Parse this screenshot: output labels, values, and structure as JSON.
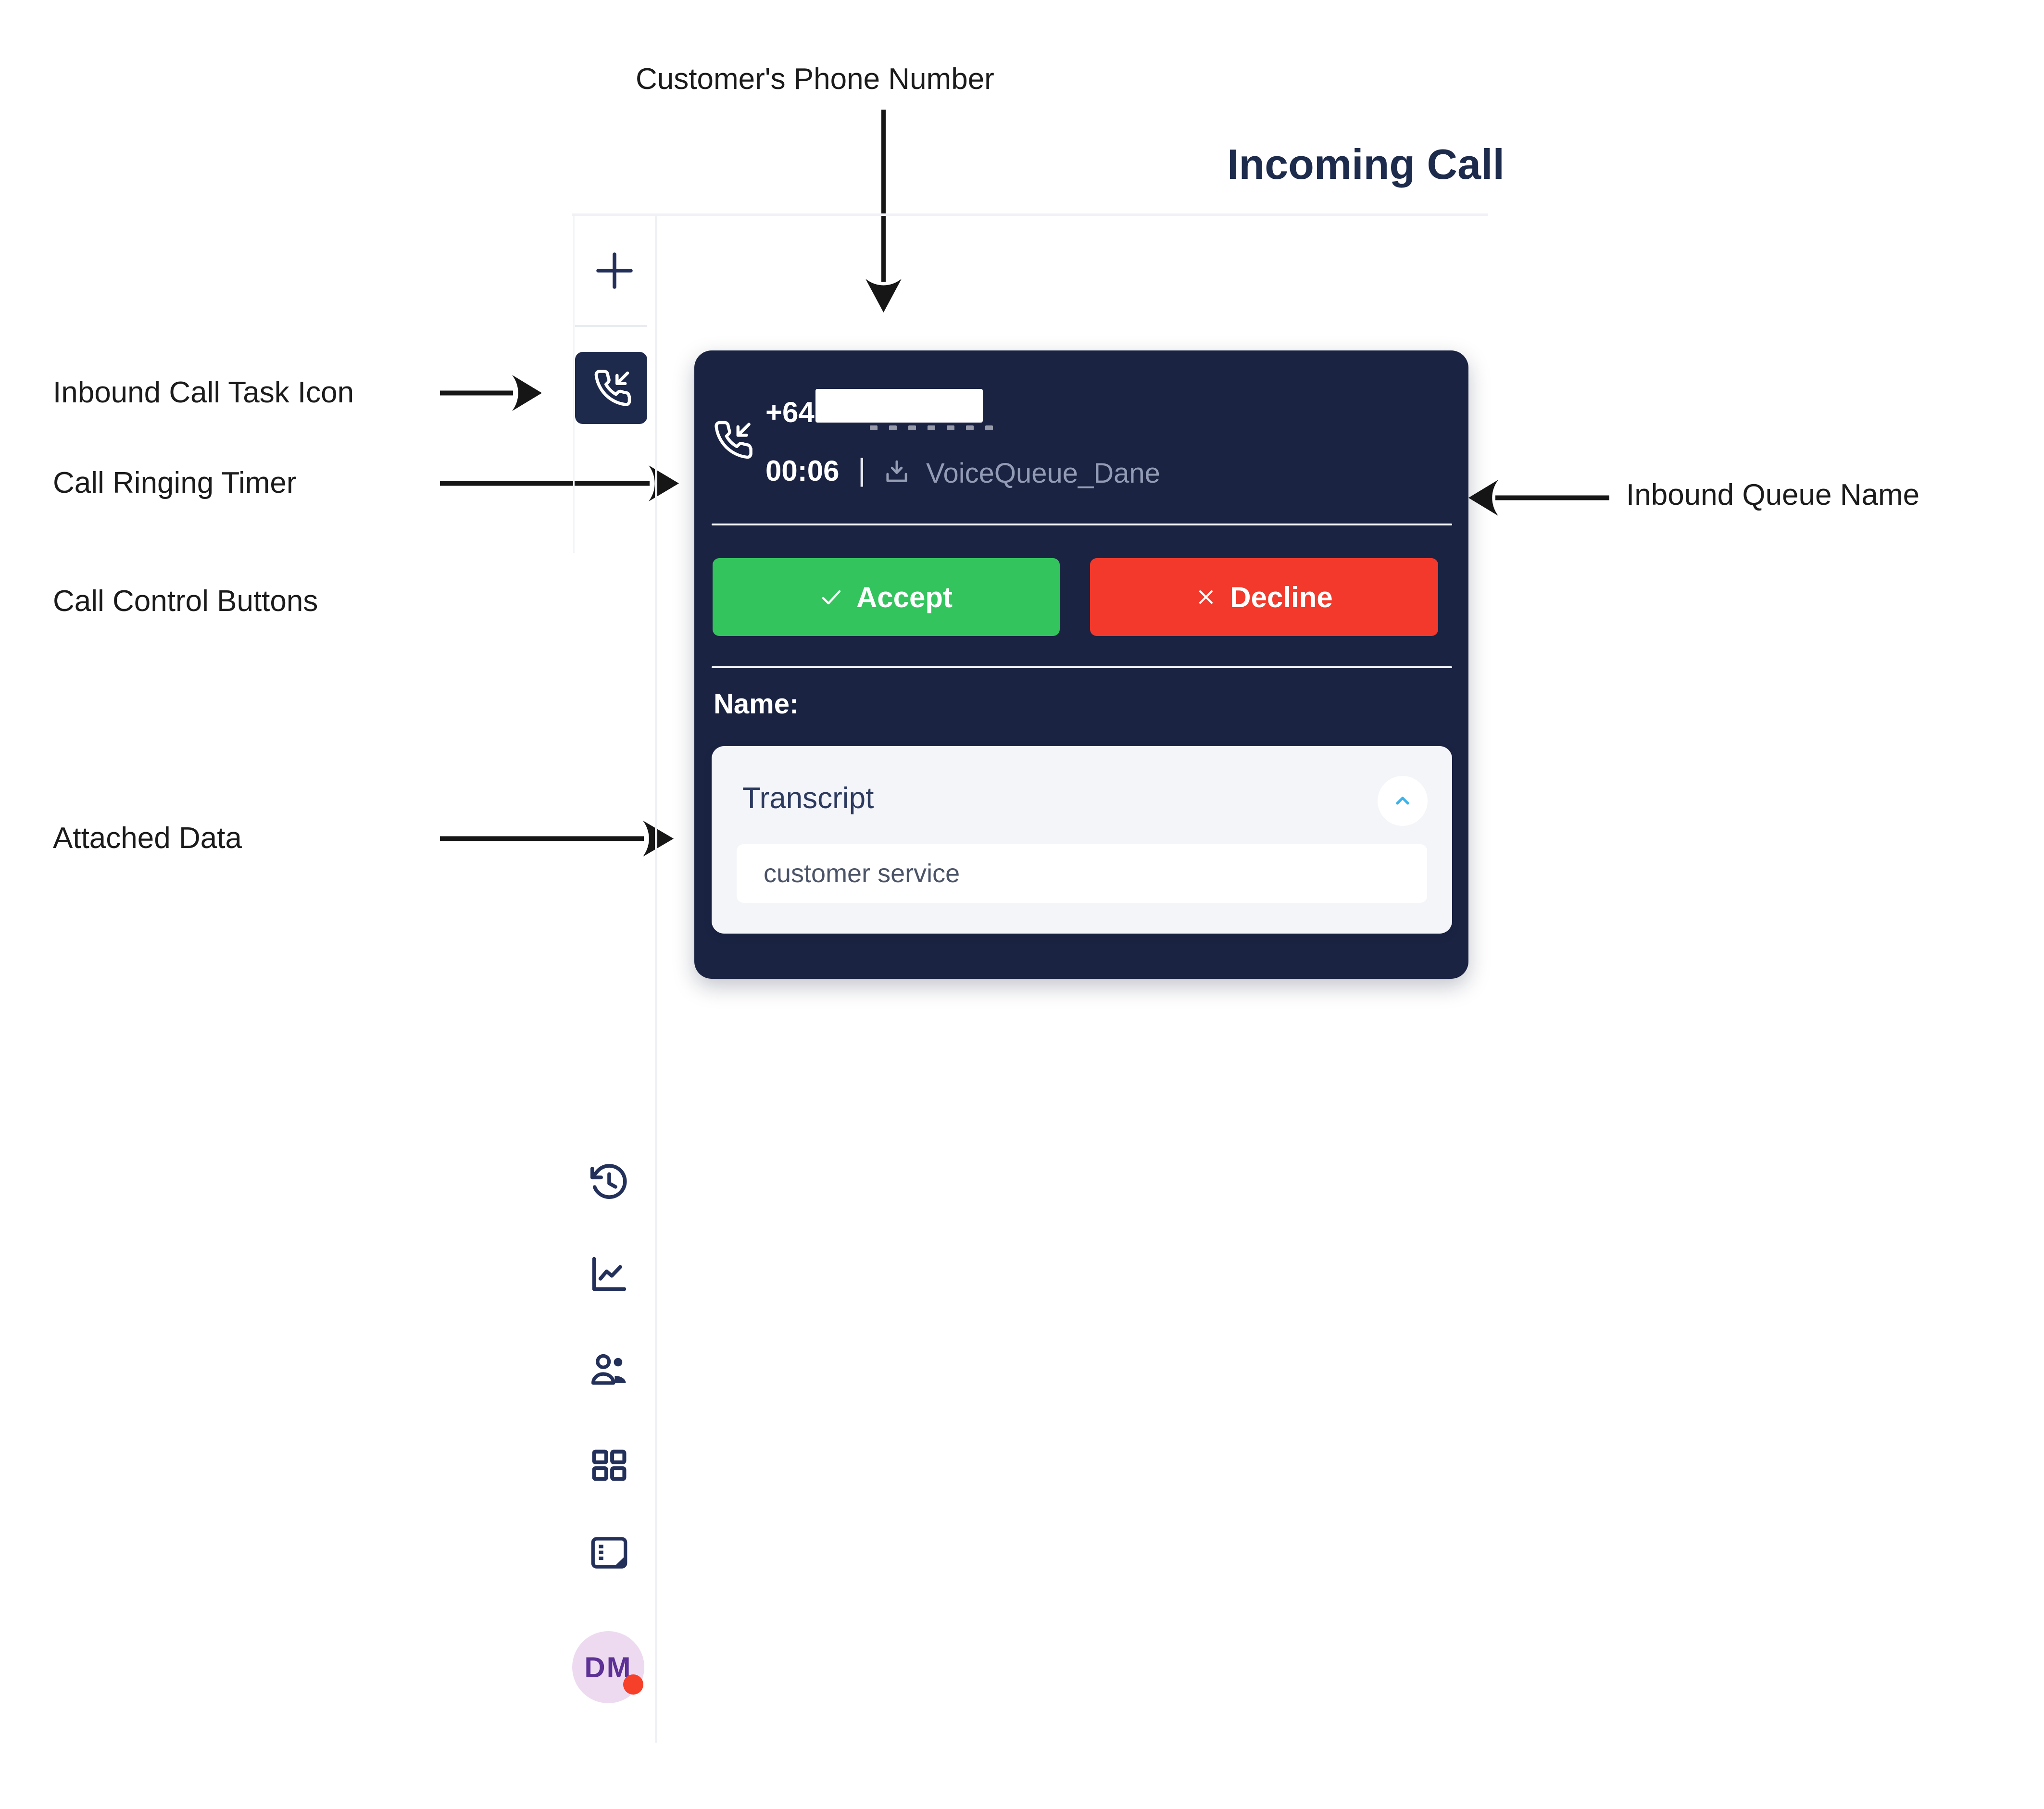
{
  "header": {
    "title": "Incoming Call"
  },
  "annotations": {
    "customer_phone": "Customer's Phone Number",
    "inbound_task": "Inbound Call Task Icon",
    "ringing_timer": "Call Ringing Timer",
    "control_buttons": "Call Control Buttons",
    "attached_data": "Attached Data",
    "queue_name": "Inbound Queue Name"
  },
  "sidebar": {
    "icons": [
      "plus-icon",
      "inbound-call-icon",
      "history-icon",
      "analytics-icon",
      "agents-icon",
      "dashboard-grid-icon",
      "notes-icon"
    ],
    "avatar": {
      "initials": "DM"
    }
  },
  "call_card": {
    "phone_prefix": "+64",
    "timer": "00:06",
    "separator": "|",
    "queue": "VoiceQueue_Dane",
    "accept_label": "Accept",
    "decline_label": "Decline",
    "name_label": "Name:",
    "transcript": {
      "title": "Transcript",
      "value": "customer service"
    }
  },
  "colors": {
    "card_bg": "#1a2342",
    "accept_green": "#33c45e",
    "decline_red": "#f2392b",
    "chevron_cyan": "#3ab3ea",
    "icon_navy": "#23305a",
    "queue_gray": "#939cb4",
    "avatar_pink": "#eedaf0",
    "avatar_purple": "#5c3094",
    "presence_red": "#f6402a"
  }
}
